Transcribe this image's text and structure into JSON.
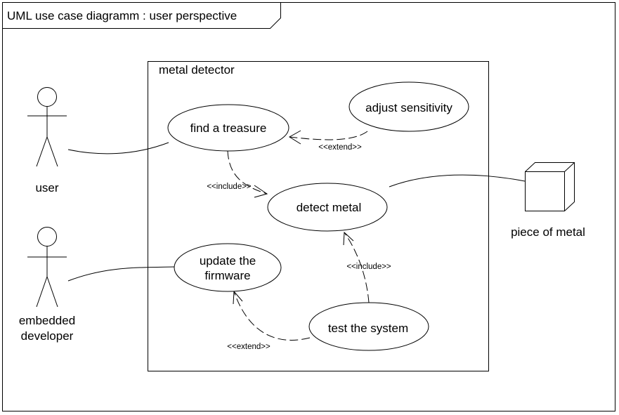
{
  "frame": {
    "title": "UML  use case diagramm : user perspective"
  },
  "system": {
    "name": "metal detector"
  },
  "actors": {
    "user": "user",
    "developer_line1": "embedded",
    "developer_line2": "developer"
  },
  "node": {
    "label": "piece of metal"
  },
  "use_cases": {
    "find_treasure": "find a treasure",
    "adjust_sensitivity": "adjust sensitivity",
    "detect_metal": "detect metal",
    "update_firmware_line1": "update the",
    "update_firmware_line2": "firmware",
    "test_system": "test the system"
  },
  "relations": {
    "extend_sensitivity": "<<extend>>",
    "include_detect": "<<include>>",
    "include_test": "<<include>>",
    "extend_firmware": "<<extend>>"
  }
}
